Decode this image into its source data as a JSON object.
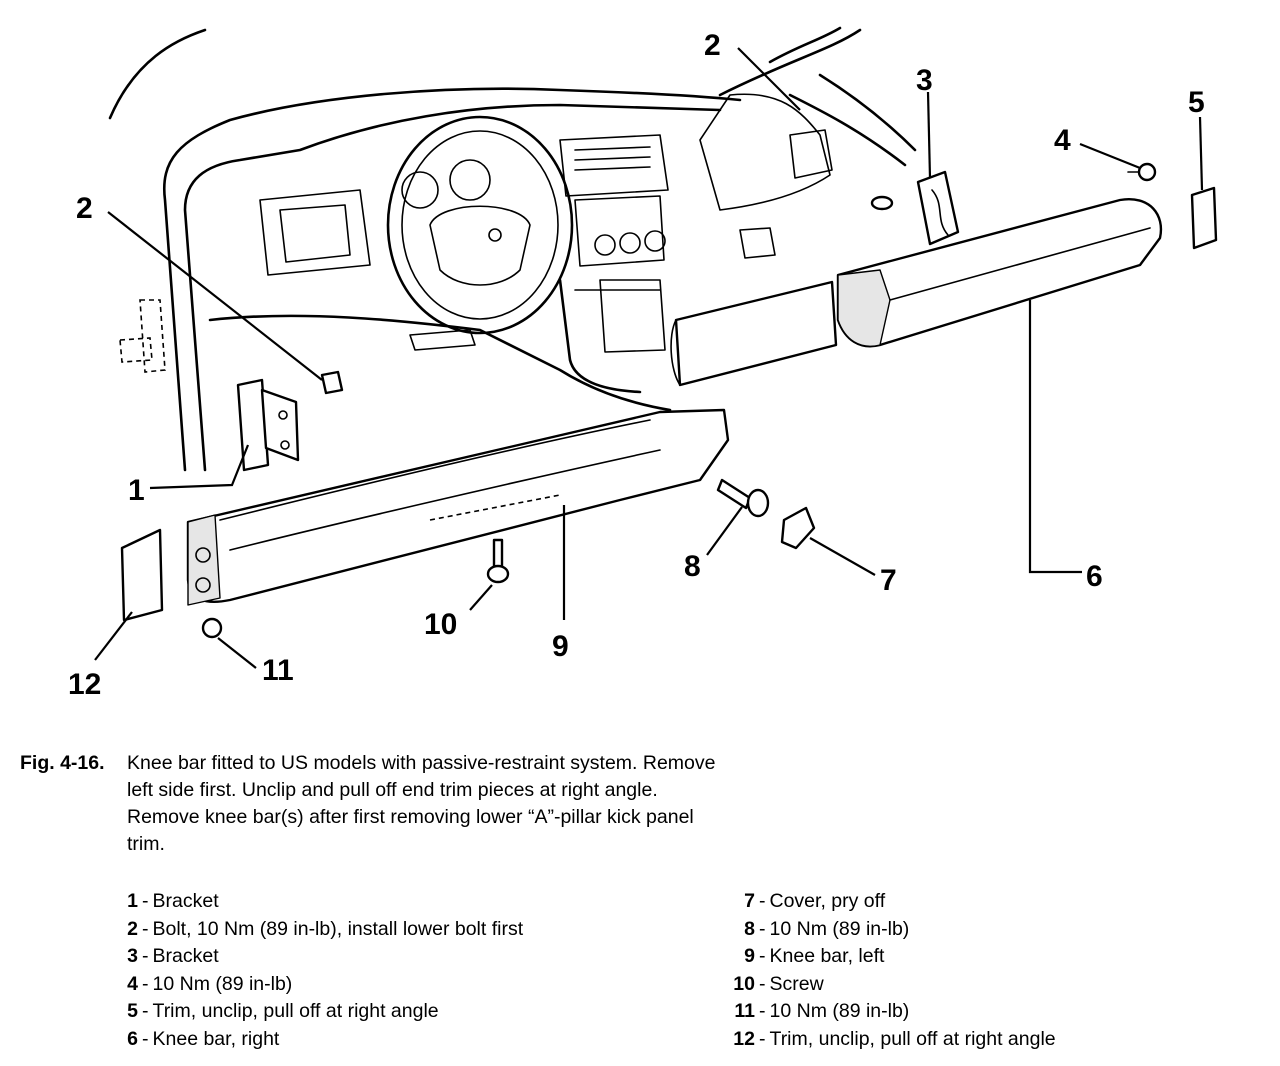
{
  "figure": {
    "callouts": [
      "1",
      "2",
      "2",
      "3",
      "4",
      "5",
      "6",
      "7",
      "8",
      "9",
      "10",
      "11",
      "12"
    ]
  },
  "caption": {
    "label": "Fig. 4-16.",
    "text": "Knee bar fitted to US models with passive-restraint system. Remove left side first. Unclip and pull off end trim pieces at right angle. Remove knee bar(s) after first removing lower “A”-pillar kick panel trim."
  },
  "legend": {
    "separator": "-",
    "left": [
      {
        "num": "1",
        "text": "Bracket"
      },
      {
        "num": "2",
        "text": "Bolt, 10 Nm (89 in-lb), install lower bolt first"
      },
      {
        "num": "3",
        "text": "Bracket"
      },
      {
        "num": "4",
        "text": "10 Nm (89 in-lb)"
      },
      {
        "num": "5",
        "text": "Trim, unclip, pull off at right angle"
      },
      {
        "num": "6",
        "text": "Knee bar, right"
      }
    ],
    "right": [
      {
        "num": "7",
        "text": "Cover, pry off"
      },
      {
        "num": "8",
        "text": "10 Nm (89 in-lb)"
      },
      {
        "num": "9",
        "text": "Knee bar, left"
      },
      {
        "num": "10",
        "text": "Screw"
      },
      {
        "num": "11",
        "text": "10 Nm (89 in-lb)"
      },
      {
        "num": "12",
        "text": "Trim, unclip, pull off at right angle"
      }
    ]
  }
}
